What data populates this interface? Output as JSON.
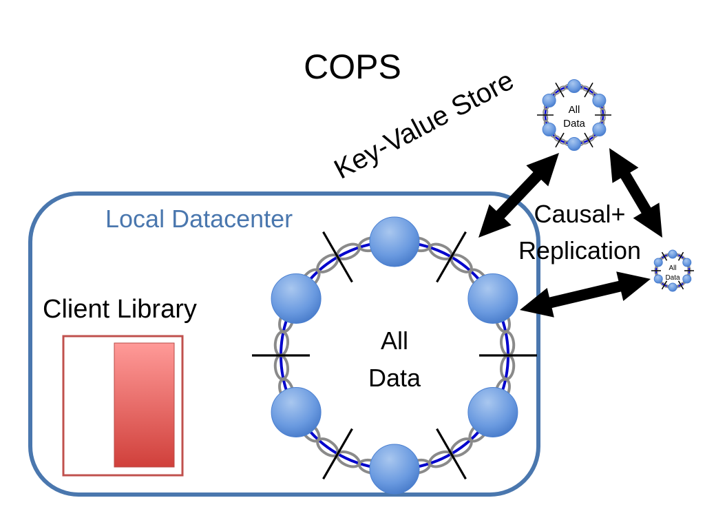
{
  "title": "COPS",
  "key_value_store_label": "Key-Value Store",
  "local_datacenter_label": "Local Datacenter",
  "client_library_label": "Client Library",
  "replication_label_line1": "Causal+",
  "replication_label_line2": "Replication",
  "main_ring": {
    "line1": "All",
    "line2": "Data"
  },
  "remote_ring_large": {
    "line1": "All",
    "line2": "Data"
  },
  "remote_ring_small": {
    "line1": "All",
    "line2": "Data"
  },
  "colors": {
    "datacenter_border": "#4a77ae",
    "datacenter_label": "#4a77ae",
    "client_box_border": "#c0504d",
    "node_fill": "#5b8fd8",
    "ring_line": "#0000cc",
    "chain": "#8a8a8a",
    "arrow": "#000000"
  },
  "icons": [
    "storage-node-icon",
    "chain-link-icon",
    "partition-tick-icon",
    "double-arrow-icon"
  ]
}
